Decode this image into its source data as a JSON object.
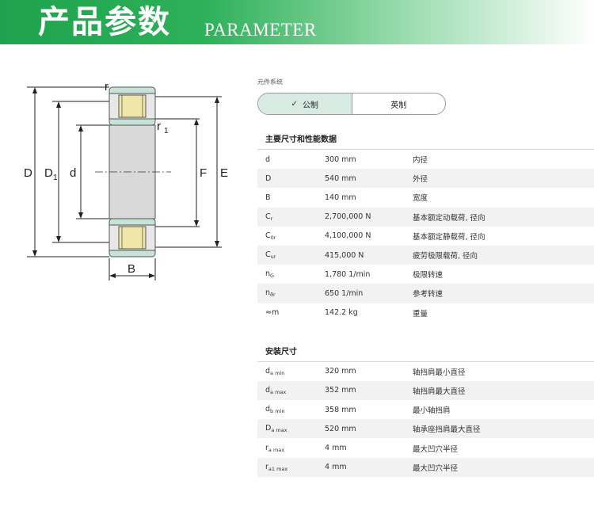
{
  "banner": {
    "title": "产品参数",
    "subtitle": "PARAMETER"
  },
  "drawing": {
    "labels": {
      "D": "D",
      "D1_main": "D",
      "D1_sub": "1",
      "d": "d",
      "F": "F",
      "E": "E",
      "B": "B",
      "r": "r",
      "r1_main": "r",
      "r1_sub": "1"
    }
  },
  "panel": {
    "system_label": "元件系统",
    "toggle": {
      "metric": "公制",
      "imperial": "英制"
    },
    "section_main": "主要尺寸和性能数据",
    "main_rows": [
      {
        "sym": "d",
        "sub": "",
        "value": "300 mm",
        "desc": "内径"
      },
      {
        "sym": "D",
        "sub": "",
        "value": "540 mm",
        "desc": "外径"
      },
      {
        "sym": "B",
        "sub": "",
        "value": "140 mm",
        "desc": "宽度"
      },
      {
        "sym": "C",
        "sub": "r",
        "value": "2,700,000 N",
        "desc": "基本额定动载荷, 径向"
      },
      {
        "sym": "C",
        "sub": "0r",
        "value": "4,100,000 N",
        "desc": "基本额定静载荷, 径向"
      },
      {
        "sym": "C",
        "sub": "ur",
        "value": "415,000 N",
        "desc": "疲劳极限载荷, 径向"
      },
      {
        "sym": "n",
        "sub": "G",
        "value": "1,780 1/min",
        "desc": "极限转速"
      },
      {
        "sym": "n",
        "sub": "ϑr",
        "value": "650 1/min",
        "desc": "参考转速"
      },
      {
        "sym": "≈m",
        "sub": "",
        "value": "142.2 kg",
        "desc": "重量"
      }
    ],
    "section_mount": "安装尺寸",
    "mount_rows": [
      {
        "sym": "d",
        "sub": "a min",
        "value": "320 mm",
        "desc": "轴挡肩最小直径"
      },
      {
        "sym": "d",
        "sub": "a max",
        "value": "352 mm",
        "desc": "轴挡肩最大直径"
      },
      {
        "sym": "d",
        "sub": "b min",
        "value": "358 mm",
        "desc": "最小轴挡肩"
      },
      {
        "sym": "D",
        "sub": "a max",
        "value": "520 mm",
        "desc": "轴承座挡肩最大直径"
      },
      {
        "sym": "r",
        "sub": "a max",
        "value": "4 mm",
        "desc": "最大凹穴半径"
      },
      {
        "sym": "r",
        "sub": "a1 max",
        "value": "4 mm",
        "desc": "最大凹穴半径"
      }
    ]
  },
  "colors": {
    "banner_green": "#1fa24d",
    "toggle_active": "#d8ebe3",
    "bearing_body": "#d9d9d9",
    "roller": "#f0e6a8",
    "ring": "#c7e3d8"
  }
}
